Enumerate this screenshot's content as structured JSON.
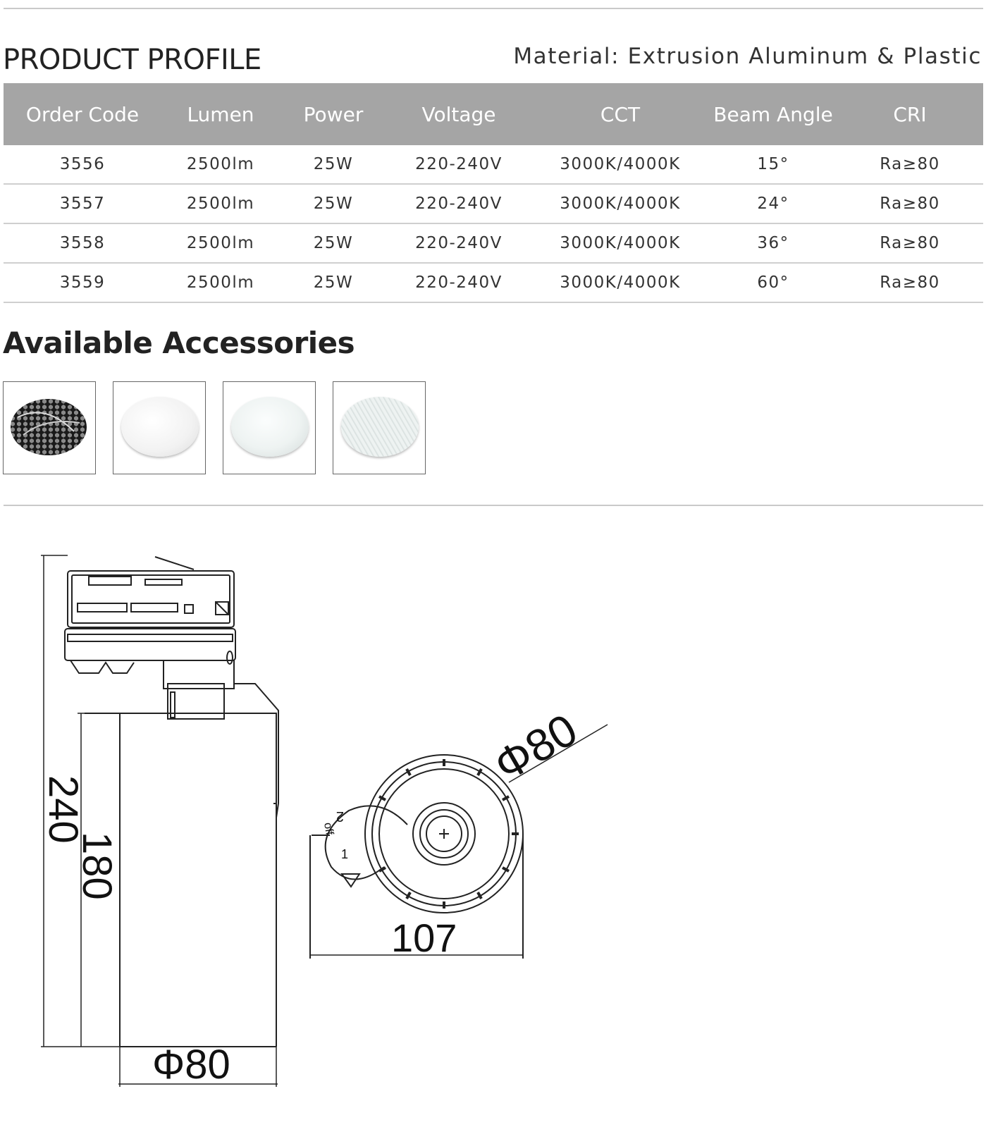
{
  "header": {
    "title": "PRODUCT PROFILE",
    "material": "Material: Extrusion Aluminum & Plastic"
  },
  "table": {
    "columns": [
      "Order Code",
      "Lumen",
      "Power",
      "Voltage",
      "CCT",
      "Beam Angle",
      "CRI"
    ],
    "rows": [
      [
        "3556",
        "2500lm",
        "25W",
        "220-240V",
        "3000K/4000K",
        "15°",
        "Ra≥80"
      ],
      [
        "3557",
        "2500lm",
        "25W",
        "220-240V",
        "3000K/4000K",
        "24°",
        "Ra≥80"
      ],
      [
        "3558",
        "2500lm",
        "25W",
        "220-240V",
        "3000K/4000K",
        "36°",
        "Ra≥80"
      ],
      [
        "3559",
        "2500lm",
        "25W",
        "220-240V",
        "3000K/4000K",
        "60°",
        "Ra≥80"
      ]
    ],
    "header_bg": "#a5a5a5",
    "header_text_color": "#ffffff"
  },
  "accessories": {
    "title": "Available Accessories",
    "items": [
      {
        "icon": "honeycomb-louver-icon"
      },
      {
        "icon": "frosted-lens-icon"
      },
      {
        "icon": "diffuser-lens-icon"
      },
      {
        "icon": "linear-spread-lens-icon"
      }
    ]
  },
  "drawing": {
    "side_view": {
      "height_total": "240",
      "height_body": "180",
      "diameter": "Φ80"
    },
    "top_view": {
      "diameter": "Φ80",
      "width": "107",
      "switch_labels": [
        "2",
        "off",
        "1"
      ]
    }
  }
}
